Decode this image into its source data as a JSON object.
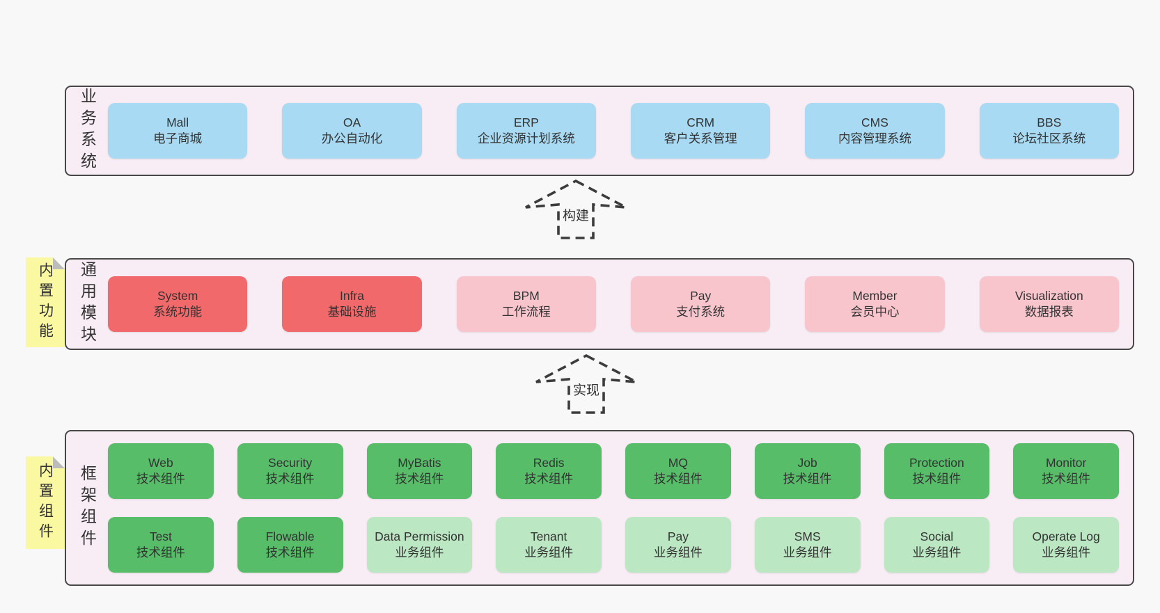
{
  "palette": {
    "page-bg": "#f8f8f8",
    "band-bg": "#f8edf5",
    "band-border": "#474747",
    "blue": "#a8dbf3",
    "red": "#f1696a",
    "pink": "#f9c5cd",
    "green": "#57bd69",
    "green-light": "#bce7c3",
    "sticky": "#faf8a1",
    "sticky-fold": "#bcbcbc",
    "text": "#333333",
    "arrow": "#3c3c3c"
  },
  "arrows": [
    {
      "label": "构建"
    },
    {
      "label": "实现"
    }
  ],
  "bands": {
    "business": {
      "label": "业务系统",
      "boxes": [
        {
          "name": "Mall",
          "desc": "电子商城",
          "variant": "blue"
        },
        {
          "name": "OA",
          "desc": "办公自动化",
          "variant": "blue"
        },
        {
          "name": "ERP",
          "desc": "企业资源计划系统",
          "variant": "blue"
        },
        {
          "name": "CRM",
          "desc": "客户关系管理",
          "variant": "blue"
        },
        {
          "name": "CMS",
          "desc": "内容管理系统",
          "variant": "blue"
        },
        {
          "name": "BBS",
          "desc": "论坛社区系统",
          "variant": "blue"
        }
      ]
    },
    "modules": {
      "label": "通用模块",
      "sticky": "内置功能",
      "boxes": [
        {
          "name": "System",
          "desc": "系统功能",
          "variant": "red"
        },
        {
          "name": "Infra",
          "desc": "基础设施",
          "variant": "red"
        },
        {
          "name": "BPM",
          "desc": "工作流程",
          "variant": "pink"
        },
        {
          "name": "Pay",
          "desc": "支付系统",
          "variant": "pink"
        },
        {
          "name": "Member",
          "desc": "会员中心",
          "variant": "pink"
        },
        {
          "name": "Visualization",
          "desc": "数据报表",
          "variant": "pink"
        }
      ]
    },
    "components": {
      "label": "框架组件",
      "sticky": "内置组件",
      "rows": [
        [
          {
            "name": "Web",
            "desc": "技术组件",
            "variant": "green"
          },
          {
            "name": "Security",
            "desc": "技术组件",
            "variant": "green"
          },
          {
            "name": "MyBatis",
            "desc": "技术组件",
            "variant": "green"
          },
          {
            "name": "Redis",
            "desc": "技术组件",
            "variant": "green"
          },
          {
            "name": "MQ",
            "desc": "技术组件",
            "variant": "green"
          },
          {
            "name": "Job",
            "desc": "技术组件",
            "variant": "green"
          },
          {
            "name": "Protection",
            "desc": "技术组件",
            "variant": "green"
          },
          {
            "name": "Monitor",
            "desc": "技术组件",
            "variant": "green"
          }
        ],
        [
          {
            "name": "Test",
            "desc": "技术组件",
            "variant": "green"
          },
          {
            "name": "Flowable",
            "desc": "技术组件",
            "variant": "green"
          },
          {
            "name": "Data Permission",
            "desc": "业务组件",
            "variant": "green-light"
          },
          {
            "name": "Tenant",
            "desc": "业务组件",
            "variant": "green-light"
          },
          {
            "name": "Pay",
            "desc": "业务组件",
            "variant": "green-light"
          },
          {
            "name": "SMS",
            "desc": "业务组件",
            "variant": "green-light"
          },
          {
            "name": "Social",
            "desc": "业务组件",
            "variant": "green-light"
          },
          {
            "name": "Operate Log",
            "desc": "业务组件",
            "variant": "green-light"
          }
        ]
      ]
    }
  }
}
